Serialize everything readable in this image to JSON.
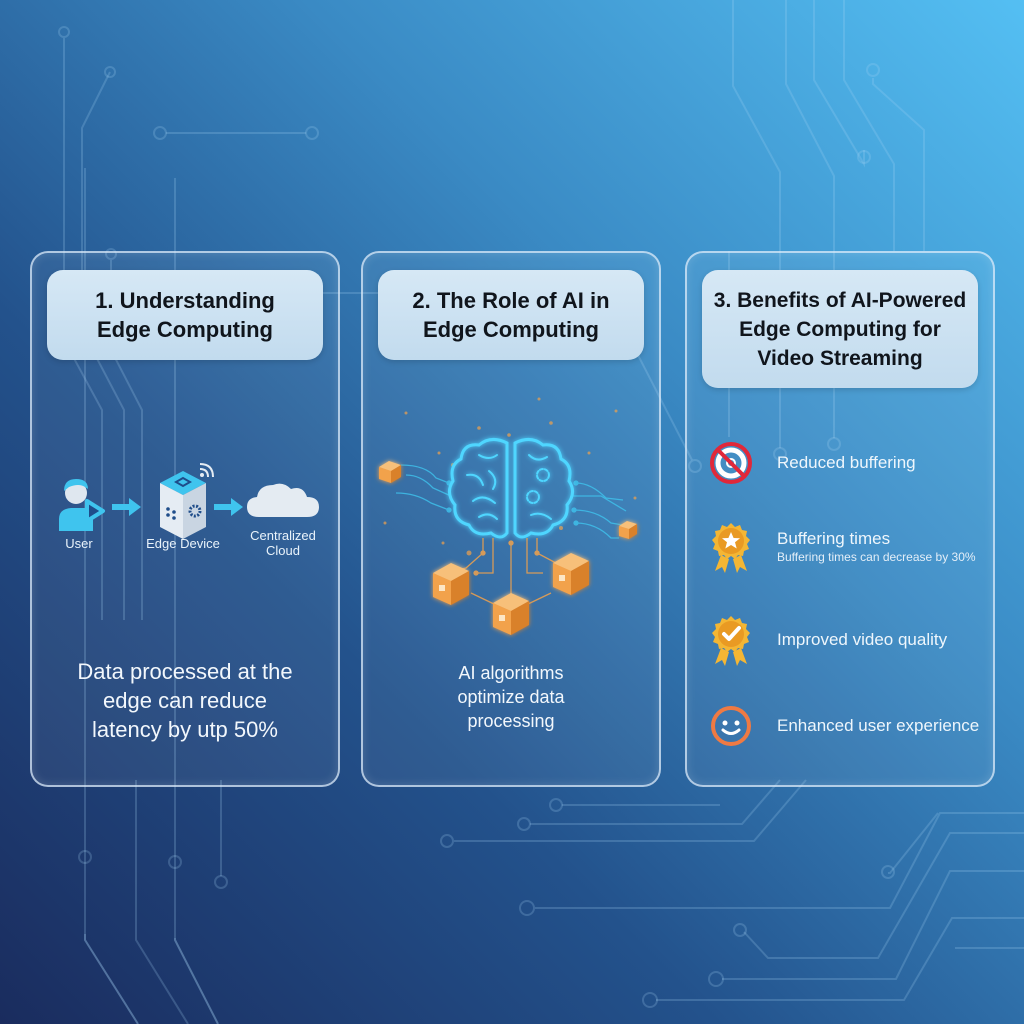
{
  "colors": {
    "bg_dark": "#1a2c5e",
    "bg_light": "#54bff3",
    "title_box": "#cde2f2",
    "accent_cyan": "#3fc4ee",
    "accent_orange": "#f2a24b",
    "no_sign_red": "#e0283a",
    "badge_gold": "#f4b634",
    "smile_orange": "#ef7a43"
  },
  "cards": [
    {
      "title_lines": [
        "1. Understanding",
        "Edge Computing"
      ],
      "flow": [
        {
          "label": "User",
          "icon": "user-play-icon"
        },
        {
          "label": "Edge Device",
          "icon": "edge-device-icon"
        },
        {
          "label_lines": [
            "Centralized",
            "Cloud"
          ],
          "icon": "cloud-icon"
        }
      ],
      "desc_lines": [
        "Data processed at the",
        "edge can reduce",
        "latency by utp 50%"
      ]
    },
    {
      "title_lines": [
        "2. The Role of AI in",
        "Edge Computing"
      ],
      "illustration": "ai-brain-network-icon",
      "desc_lines": [
        "AI algorithms",
        "optimize data",
        "processing"
      ]
    },
    {
      "title_lines": [
        "3. Benefits of AI-Powered",
        "Edge Computing for",
        "Video Streaming"
      ],
      "benefits": [
        {
          "icon": "no-buffering-icon",
          "label": "Reduced buffering",
          "sub": ""
        },
        {
          "icon": "star-badge-icon",
          "label": "Buffering times",
          "sub": "Buffering times can decrease by 30%"
        },
        {
          "icon": "check-badge-icon",
          "label": "Improved video quality",
          "sub": ""
        },
        {
          "icon": "smiley-icon",
          "label": "Enhanced user experience",
          "sub": ""
        }
      ]
    }
  ]
}
